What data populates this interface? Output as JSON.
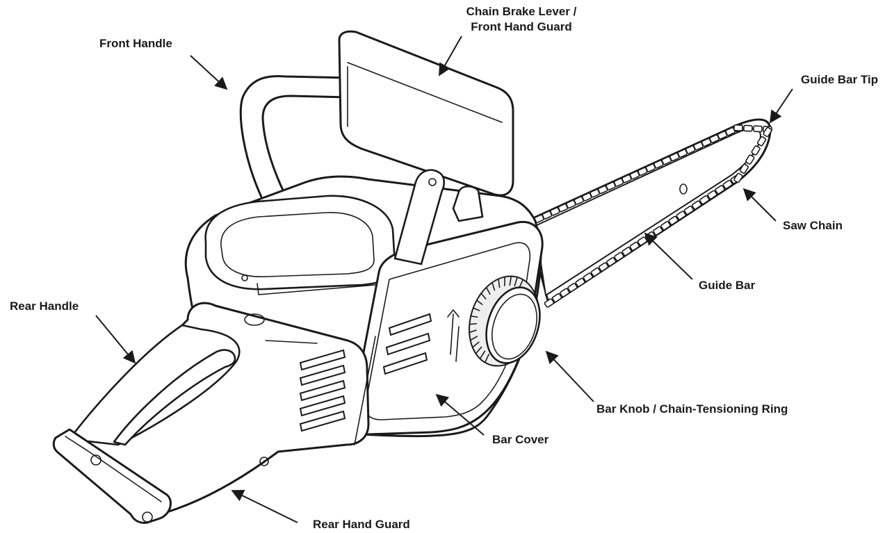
{
  "labels": {
    "chain_brake": [
      "Chain Brake Lever /",
      "Front Hand Guard"
    ],
    "front_handle": "Front Handle",
    "guide_bar_tip": "Guide Bar Tip",
    "saw_chain": "Saw Chain",
    "guide_bar": "Guide Bar",
    "rear_handle": "Rear Handle",
    "bar_knob": "Bar Knob / Chain-Tensioning Ring",
    "bar_cover": "Bar Cover",
    "rear_hand_guard": "Rear Hand Guard"
  }
}
